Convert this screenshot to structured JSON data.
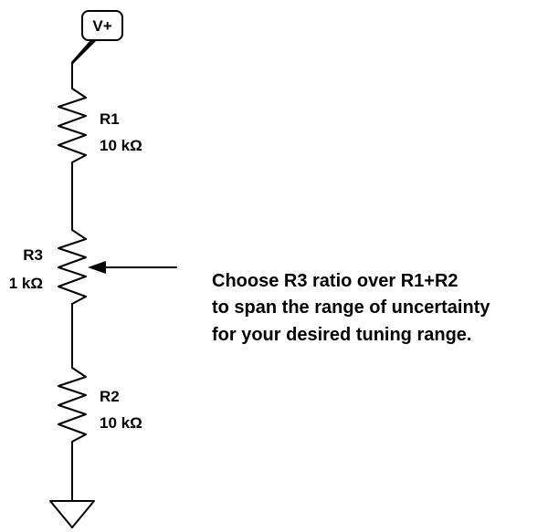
{
  "supply": {
    "label": "V+"
  },
  "resistors": [
    {
      "name": "R1",
      "value": "10 kΩ"
    },
    {
      "name": "R3",
      "value": "1 kΩ"
    },
    {
      "name": "R2",
      "value": "10 kΩ"
    }
  ],
  "annotation": {
    "lines": [
      "Choose R3 ratio over R1+R2",
      "to span the range of uncertainty",
      "for your desired tuning range."
    ]
  }
}
